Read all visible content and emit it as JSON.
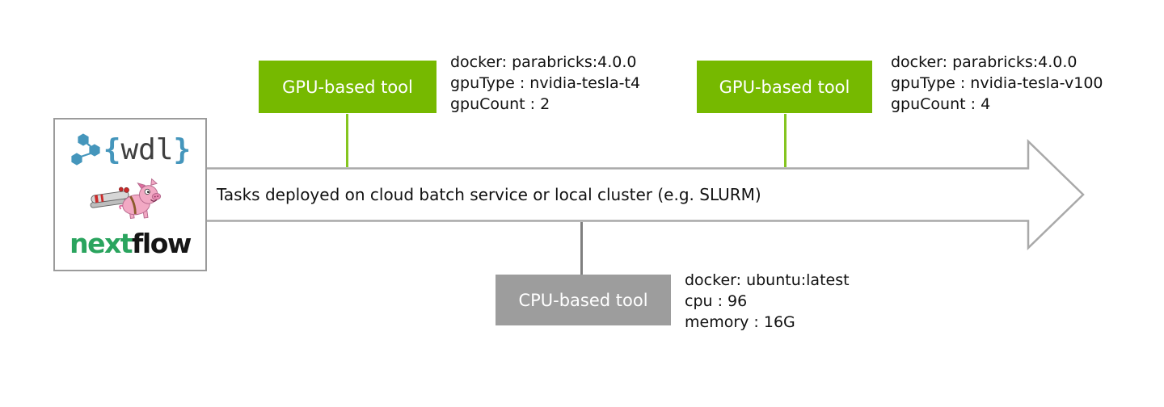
{
  "left_panel": {
    "wdl_logo": {
      "brace_open": "{",
      "text": "wdl",
      "brace_close": "}"
    },
    "nextflow_logo": {
      "green_part": "next",
      "black_part": "flow"
    }
  },
  "arrow": {
    "label": "Tasks deployed on cloud batch service or local cluster (e.g. SLURM)"
  },
  "tools": [
    {
      "label": "GPU-based tool",
      "type": "gpu",
      "annotation": [
        "docker: parabricks:4.0.0",
        "gpuType : nvidia-tesla-t4",
        "gpuCount : 2"
      ]
    },
    {
      "label": "GPU-based tool",
      "type": "gpu",
      "annotation": [
        "docker: parabricks:4.0.0",
        "gpuType : nvidia-tesla-v100",
        "gpuCount : 4"
      ]
    },
    {
      "label": "CPU-based tool",
      "type": "cpu",
      "annotation": [
        "docker: ubuntu:latest",
        "cpu : 96",
        "memory : 16G"
      ]
    }
  ],
  "colors": {
    "gpu_green": "#76b900",
    "connector_green": "#85c520",
    "cpu_gray": "#9d9d9d",
    "connector_gray": "#7f7f7f",
    "arrow_outline": "#a9a9a9",
    "wdl_blue": "#4596bc",
    "nextflow_green": "#2aa45e"
  }
}
